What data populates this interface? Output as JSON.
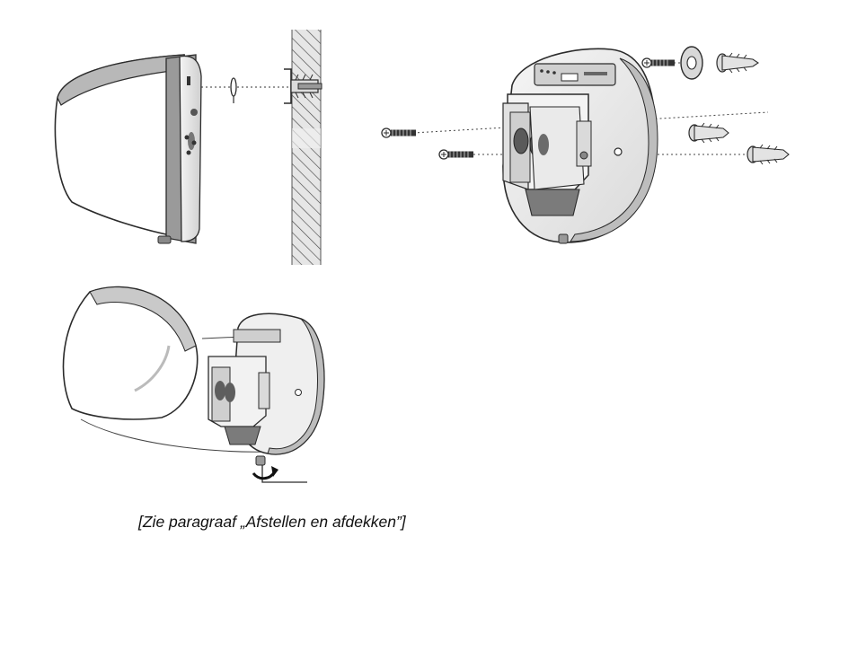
{
  "caption": {
    "text": "[Zie paragraaf „Afstellen en afdekken”]"
  },
  "figures": [
    {
      "name": "side-view-wall-mounting",
      "icon": "detector-side-wall-anchor-icon"
    },
    {
      "name": "exploded-mounting-screws-anchors",
      "icon": "detector-base-screws-icon"
    },
    {
      "name": "cover-attach-and-screw-lock",
      "icon": "detector-cover-hinge-icon"
    }
  ],
  "colors": {
    "stroke": "#2b2b2b",
    "housing": "#e9e9e9",
    "housing_dark": "#a9a9a9",
    "shade": "#7b7b7b",
    "wall_hatch": "#555555",
    "wall_bg": "#e2e2e2"
  }
}
